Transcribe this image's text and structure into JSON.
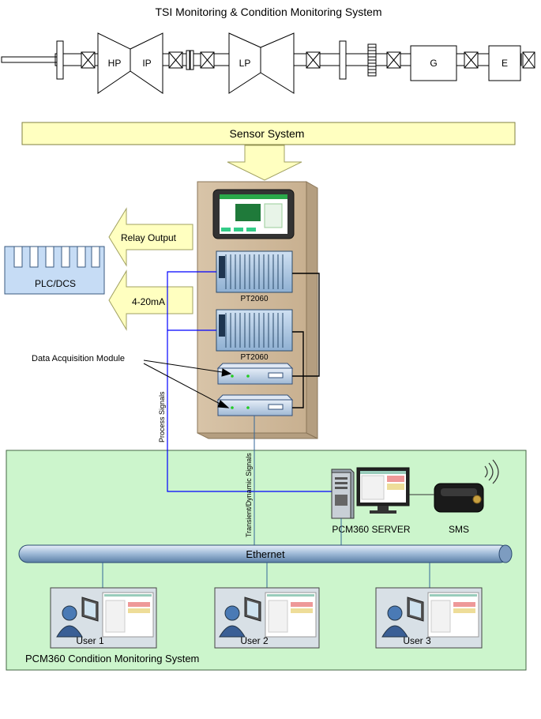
{
  "title": "TSI Monitoring & Condition Monitoring System",
  "shaft_train": {
    "hp": "HP",
    "ip": "IP",
    "lp": "LP",
    "generator": "G",
    "exciter": "E"
  },
  "sensor_bar": {
    "label": "Sensor System"
  },
  "outputs": {
    "relay": "Relay Output",
    "analog": "4-20mA"
  },
  "plc": {
    "label": "PLC/DCS"
  },
  "rack": {
    "unit1": "PT2060",
    "unit2": "PT2060",
    "daq_label": "Data Acquisition Module"
  },
  "signals": {
    "process": "Process Signals",
    "transient": "Transient/Dynamic Signals"
  },
  "network": {
    "server": "PCM360 SERVER",
    "sms": "SMS",
    "ethernet": "Ethernet",
    "users": [
      "User 1",
      "User 2",
      "User 3"
    ],
    "system_label": "PCM360 Condition Monitoring System"
  },
  "colors": {
    "green_panel": "#ccf5cc",
    "sensor_bar": "#ffffc0",
    "arrow": "#ffffc0",
    "cabinet": "#d6c3a8",
    "plc": "#c6dcf5",
    "signal_line": "#0000ff",
    "ethernet": "#a8c4e0"
  }
}
